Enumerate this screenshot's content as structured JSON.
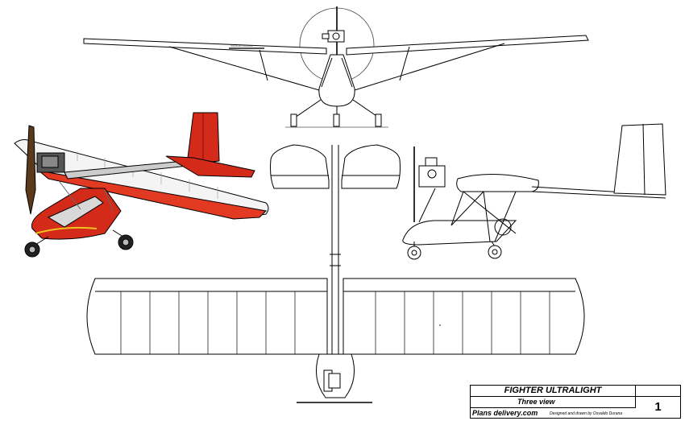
{
  "title_block": {
    "title": "FIGHTER ULTRALIGHT",
    "subtitle": "Three view",
    "website": "Plans delivery.com",
    "credit": "Designed and drawn by Osvaldo Durana",
    "sheet_number": "1"
  },
  "views": {
    "perspective": {
      "fuselage_color": "#d42a1a",
      "wing_stripe_color": "#e23a22",
      "wheel_color": "#222222"
    },
    "wing_marking": "OSVALDO DURANA"
  }
}
